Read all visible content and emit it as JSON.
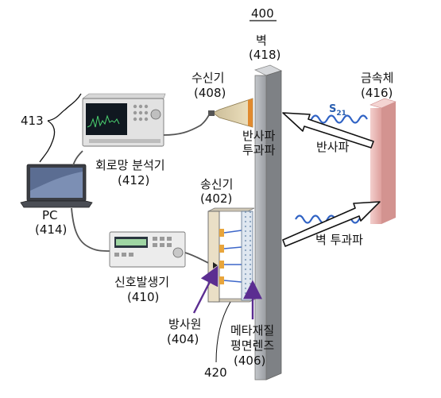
{
  "figure_number": "400",
  "wall": {
    "name": "벽",
    "ref": "(418)"
  },
  "receiver": {
    "name": "수신기",
    "ref": "(408)"
  },
  "metal_body": {
    "name": "금속체",
    "ref": "(416)"
  },
  "group_ref": "413",
  "network_analyzer": {
    "name": "회로망 분석기",
    "ref": "(412)"
  },
  "pc": {
    "name": "PC",
    "ref": "(414)"
  },
  "transmitter": {
    "name": "송신기",
    "ref": "(402)"
  },
  "signal_generator": {
    "name": "신호발생기",
    "ref": "(410)"
  },
  "radiation_source": {
    "name": "방사원",
    "ref": "(404)"
  },
  "metamaterial_lens": {
    "line1": "메타재질",
    "line2": "평면렌즈",
    "ref": "(406)"
  },
  "frame_ref": "420",
  "reflection_transmission_label": {
    "line1": "반사파",
    "line2": "투과파"
  },
  "reflected_wave": "반사파",
  "wall_transmitted_wave": "벽 투과파",
  "s_parameter": {
    "main": "S",
    "sub": "21"
  },
  "colors": {
    "wall_front": "#a9acb0",
    "wall_side": "#7e8185",
    "metal_body": "#e9b5b3",
    "wave": "#2f62c4",
    "arrow_purple": "#5b2d91",
    "feed_orange": "#e8a53c"
  }
}
